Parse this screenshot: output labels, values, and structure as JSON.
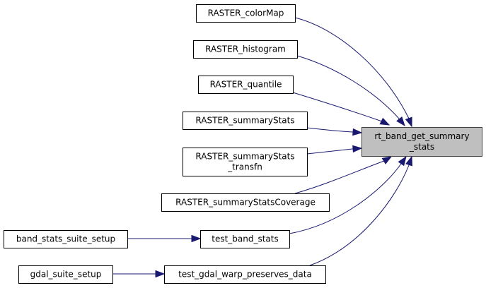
{
  "diagram": {
    "type": "doxygen-caller-graph",
    "colors": {
      "edge": "#191970",
      "focus_fill": "#bfbfbf",
      "node_fill": "#ffffff",
      "node_border": "#000000"
    },
    "focus_node": {
      "id": "rt_band_get_summary_stats",
      "label_lines": [
        "rt_band_get_summary",
        "_stats"
      ]
    },
    "nodes": [
      {
        "id": "RASTER_colorMap",
        "label_lines": [
          "RASTER_colorMap"
        ]
      },
      {
        "id": "RASTER_histogram",
        "label_lines": [
          "RASTER_histogram"
        ]
      },
      {
        "id": "RASTER_quantile",
        "label_lines": [
          "RASTER_quantile"
        ]
      },
      {
        "id": "RASTER_summaryStats",
        "label_lines": [
          "RASTER_summaryStats"
        ]
      },
      {
        "id": "RASTER_summaryStats_transfn",
        "label_lines": [
          "RASTER_summaryStats",
          "_transfn"
        ]
      },
      {
        "id": "RASTER_summaryStatsCoverage",
        "label_lines": [
          "RASTER_summaryStatsCoverage"
        ]
      },
      {
        "id": "test_band_stats",
        "label_lines": [
          "test_band_stats"
        ]
      },
      {
        "id": "test_gdal_warp_preserves_data",
        "label_lines": [
          "test_gdal_warp_preserves_data"
        ]
      },
      {
        "id": "band_stats_suite_setup",
        "label_lines": [
          "band_stats_suite_setup"
        ]
      },
      {
        "id": "gdal_suite_setup",
        "label_lines": [
          "gdal_suite_setup"
        ]
      }
    ],
    "edges": [
      {
        "from": "RASTER_colorMap",
        "to": "rt_band_get_summary_stats"
      },
      {
        "from": "RASTER_histogram",
        "to": "rt_band_get_summary_stats"
      },
      {
        "from": "RASTER_quantile",
        "to": "rt_band_get_summary_stats"
      },
      {
        "from": "RASTER_summaryStats",
        "to": "rt_band_get_summary_stats"
      },
      {
        "from": "RASTER_summaryStats_transfn",
        "to": "rt_band_get_summary_stats"
      },
      {
        "from": "RASTER_summaryStatsCoverage",
        "to": "rt_band_get_summary_stats"
      },
      {
        "from": "test_band_stats",
        "to": "rt_band_get_summary_stats"
      },
      {
        "from": "test_gdal_warp_preserves_data",
        "to": "rt_band_get_summary_stats"
      },
      {
        "from": "band_stats_suite_setup",
        "to": "test_band_stats"
      },
      {
        "from": "gdal_suite_setup",
        "to": "test_gdal_warp_preserves_data"
      }
    ]
  }
}
